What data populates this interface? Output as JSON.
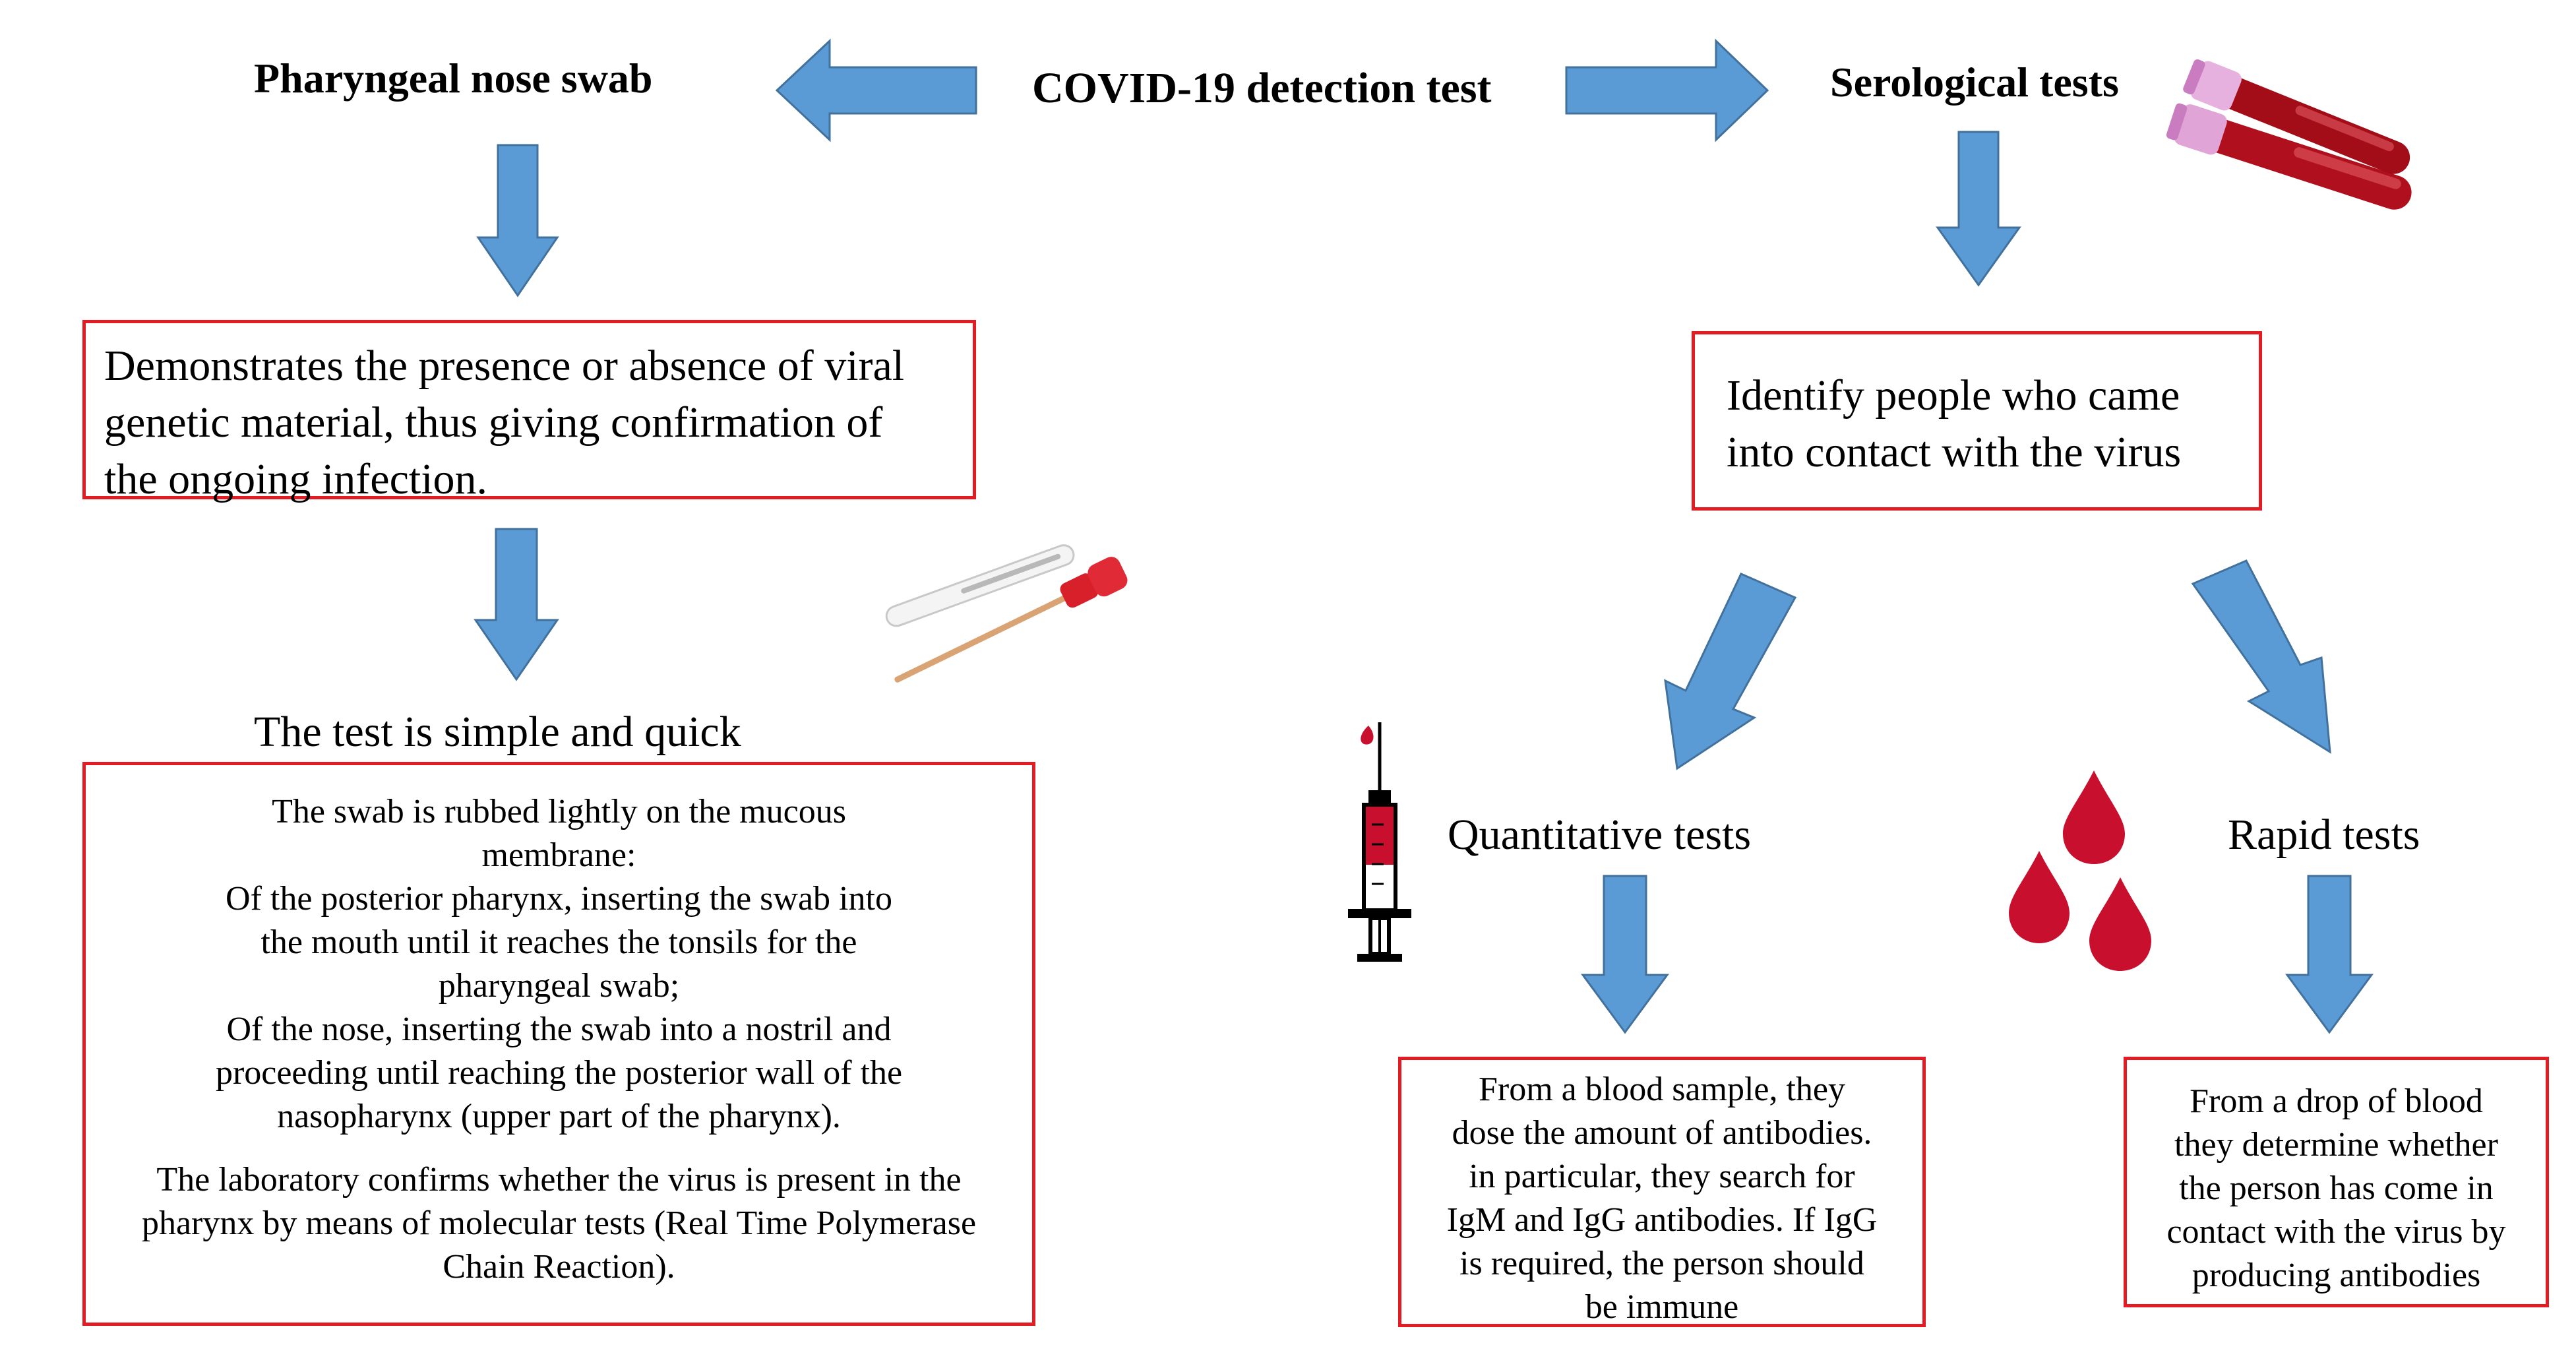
{
  "title": "COVID-19 detection test",
  "left": {
    "heading": "Pharyngeal nose swab",
    "box1_lines": [
      "Demonstrates the presence or absence of viral",
      "genetic material, thus giving confirmation of",
      "the ongoing infection."
    ],
    "subheading": "The test is simple and quick",
    "box2_lines": [
      "The swab is rubbed lightly on the mucous",
      "membrane:",
      "Of the posterior pharynx, inserting the swab into",
      "the mouth until it reaches the tonsils for the",
      "pharyngeal swab;",
      "Of the nose, inserting the swab into a nostril and",
      "proceeding until reaching the posterior wall of the",
      "nasopharynx (upper part of the pharynx)."
    ],
    "box2_lines_b": [
      "The laboratory confirms whether the virus is present in the",
      "pharynx by means of molecular tests (Real Time Polymerase",
      "Chain Reaction)."
    ]
  },
  "right": {
    "heading": "Serological tests",
    "box1_lines": [
      "Identify people who came",
      "into contact with the virus"
    ],
    "quant": {
      "label": "Quantitative tests",
      "box_lines": [
        "From a blood sample, they",
        "dose the amount of antibodies.",
        "in particular, they search for",
        "IgM and IgG antibodies. If IgG",
        "is required, the person should",
        "be immune"
      ]
    },
    "rapid": {
      "label": "Rapid tests",
      "box_lines": [
        "From a drop of blood",
        "they determine whether",
        "the person has come in",
        "contact with the virus by",
        "producing antibodies"
      ]
    }
  },
  "colors": {
    "arrow": "#5b9bd5",
    "arrow_stroke": "#41719c",
    "box_border": "#e31b23",
    "blood": "#c8102e"
  },
  "icons": [
    "test-tube-icon",
    "swab-icon",
    "syringe-icon",
    "blood-drops-icon"
  ]
}
